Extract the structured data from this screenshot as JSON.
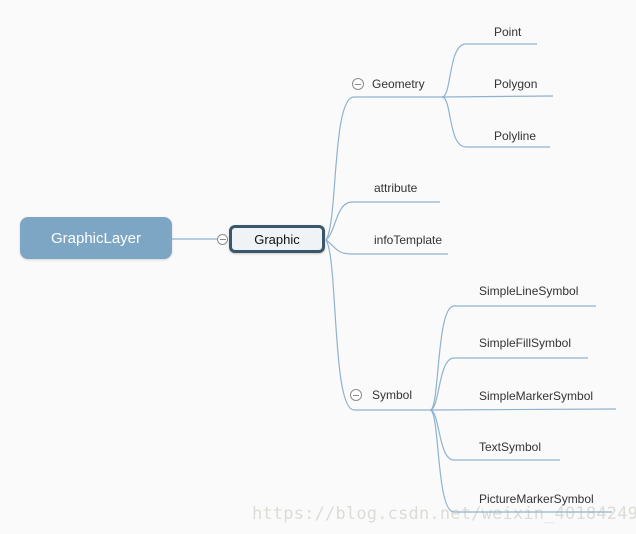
{
  "colors": {
    "background": "#FAFAFA",
    "edge": "#8FB2D0",
    "root_fill": "#7CA6C4",
    "root_text": "#FFFFFF",
    "center_border": "#3A566B",
    "center_fill": "#EFF3F6",
    "label_text": "#333333",
    "icon_stroke": "#8C8C8C",
    "watermark_text": "#DCDCD6"
  },
  "icons": {
    "collapse": "minus-circle"
  },
  "mindmap": {
    "root": {
      "label": "GraphicLayer"
    },
    "center": {
      "label": "Graphic"
    },
    "branches": [
      {
        "label": "Geometry",
        "collapsed": false,
        "children": [
          "Point",
          "Polygon",
          "Polyline"
        ]
      },
      {
        "label": "attribute",
        "children": []
      },
      {
        "label": "infoTemplate",
        "children": []
      },
      {
        "label": "Symbol",
        "collapsed": false,
        "children": [
          "SimpleLineSymbol",
          "SimpleFillSymbol",
          "SimpleMarkerSymbol",
          "TextSymbol",
          "PictureMarkerSymbol"
        ]
      }
    ]
  },
  "watermark": {
    "text": "https://blog.csdn.net/weixin_40184249"
  }
}
